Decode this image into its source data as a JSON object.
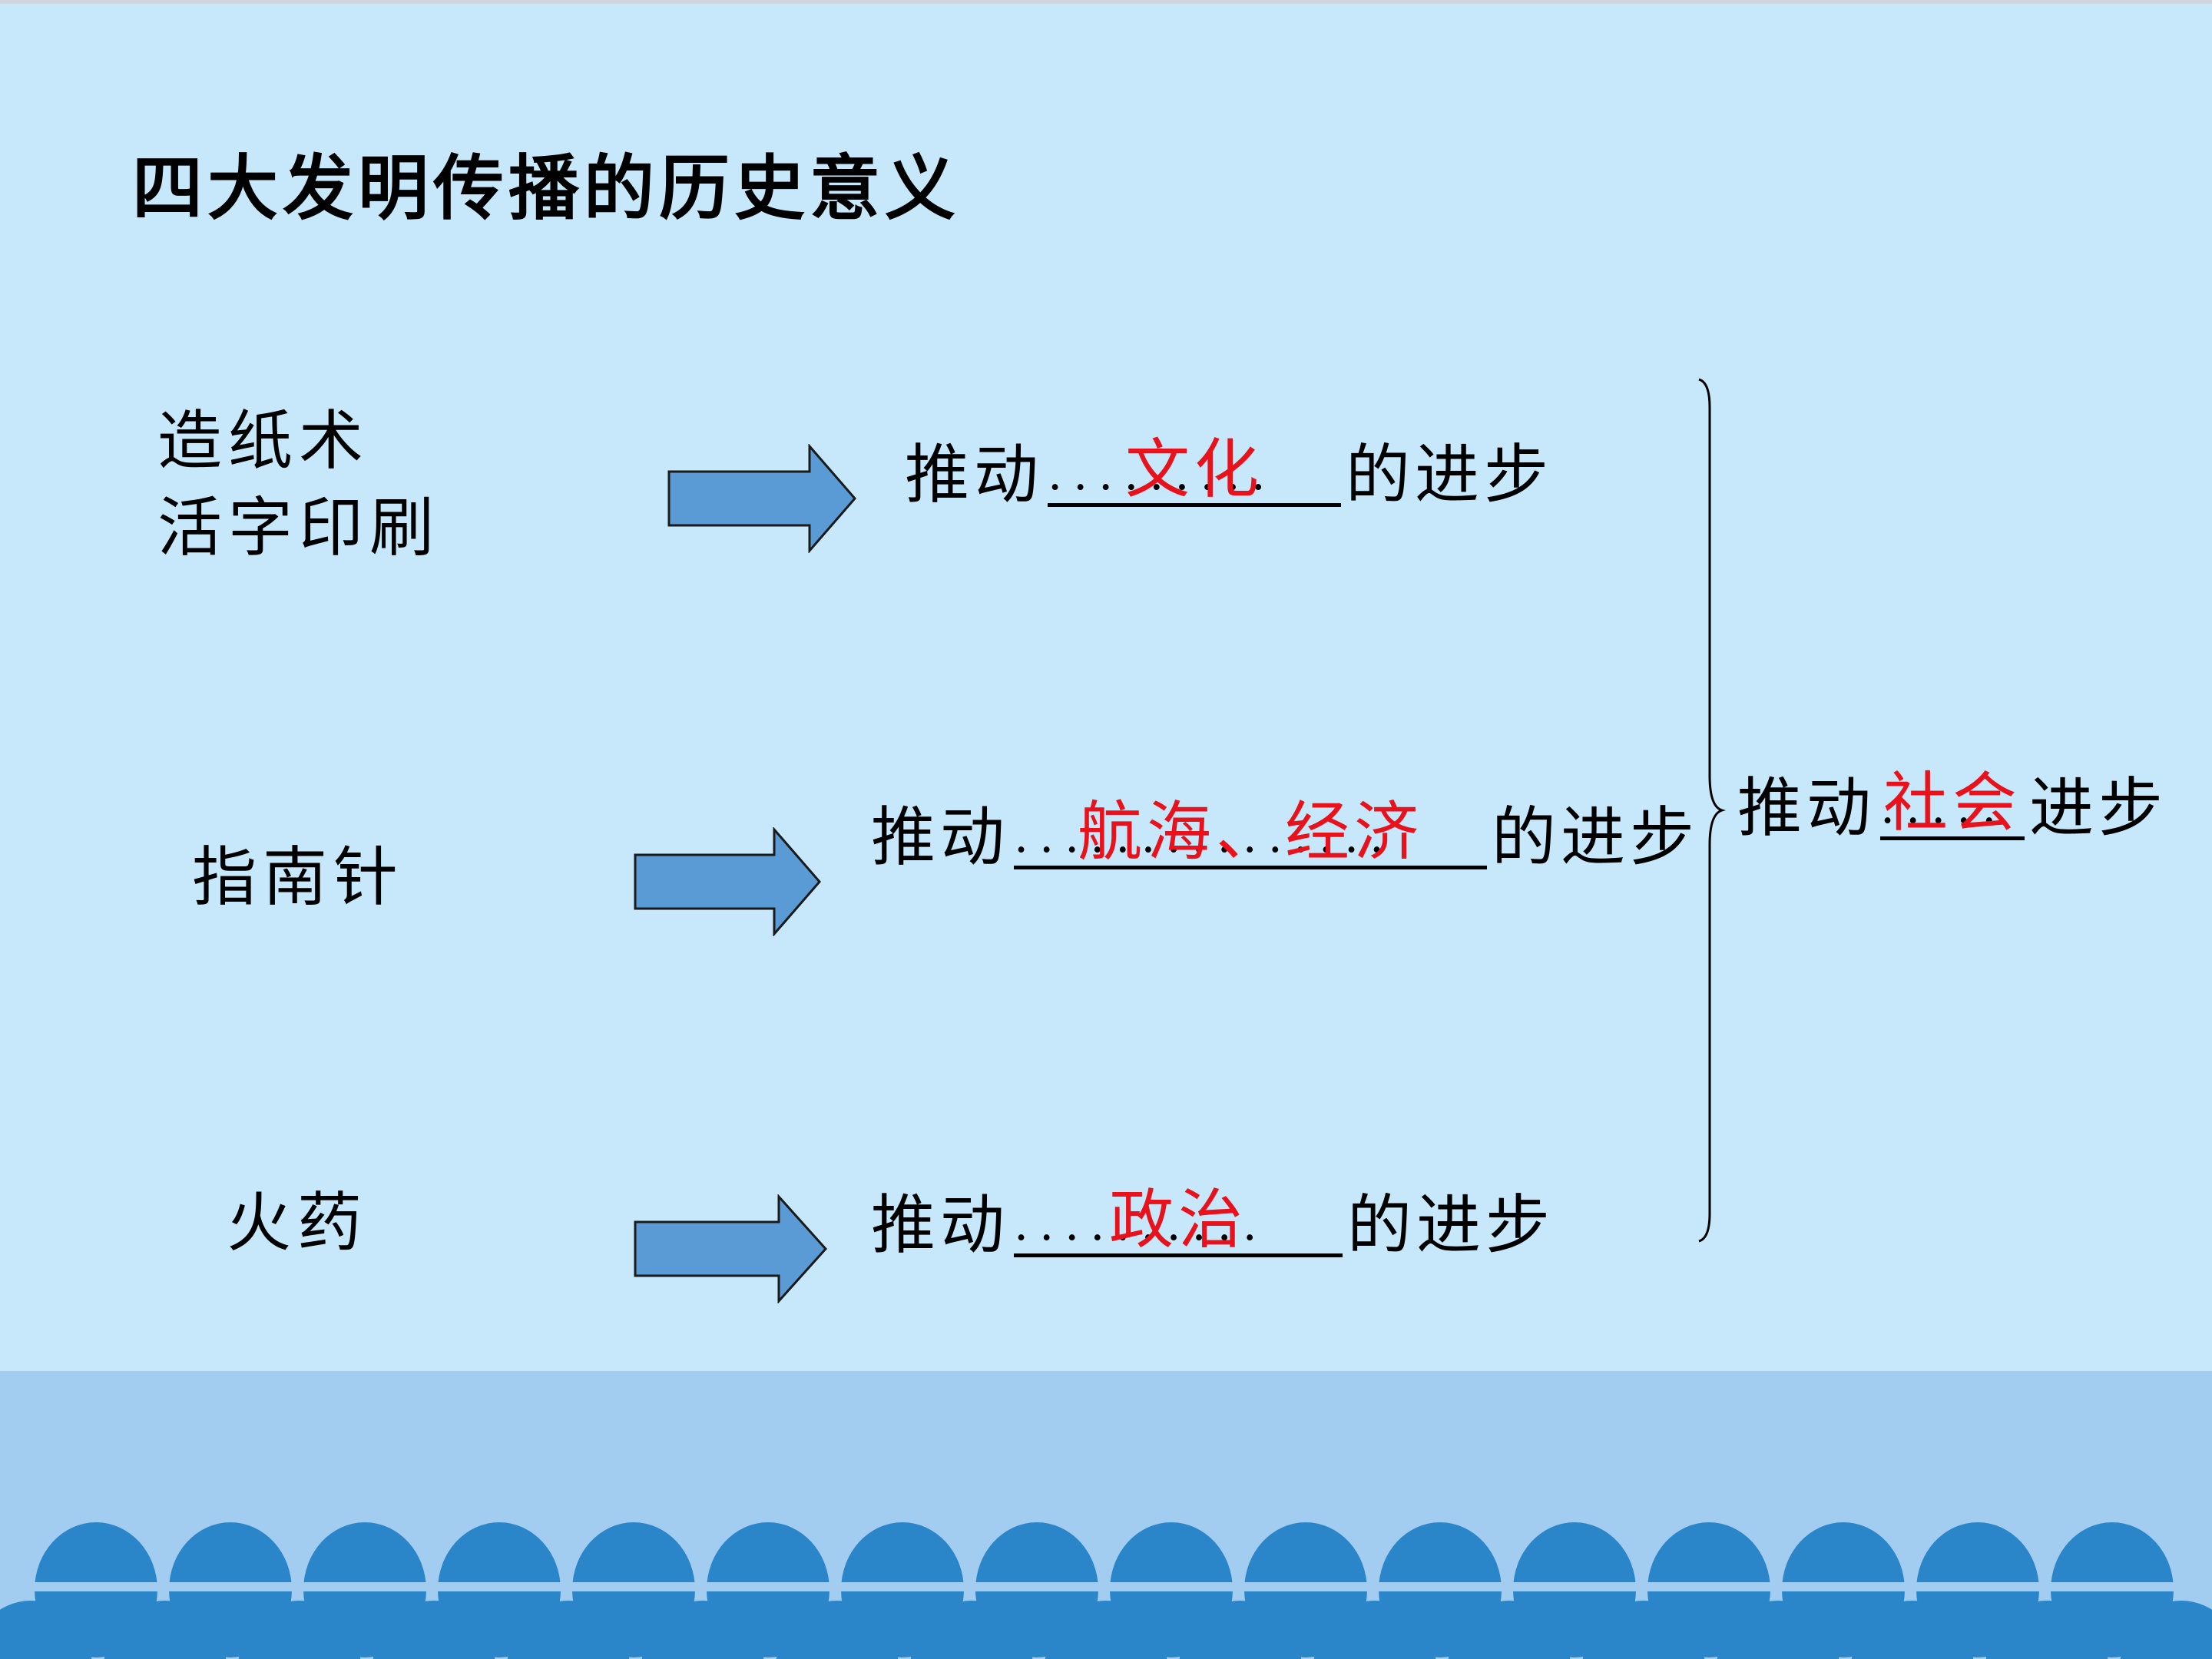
{
  "title": "四大发明传播的历史意义",
  "inventions": {
    "paper": "造纸术",
    "printing": "活字印刷",
    "compass": "指南针",
    "gunpowder": "火药"
  },
  "results": [
    {
      "prefix": "推动",
      "answer": "文化",
      "suffix": "的进步"
    },
    {
      "prefix": "推动",
      "answer": "航海、经济",
      "suffix": "的进步"
    },
    {
      "prefix": "推动",
      "answer": "政治",
      "suffix": "的进步"
    }
  ],
  "conclusion": {
    "prefix": "推动",
    "answer": "社会",
    "suffix": "进步"
  },
  "colors": {
    "background": "#c6e8fa",
    "answer": "#e8121c",
    "arrow_fill": "#5b9bd5",
    "wave_dark": "#2a86c9",
    "wave_light": "#a2cdf1"
  }
}
